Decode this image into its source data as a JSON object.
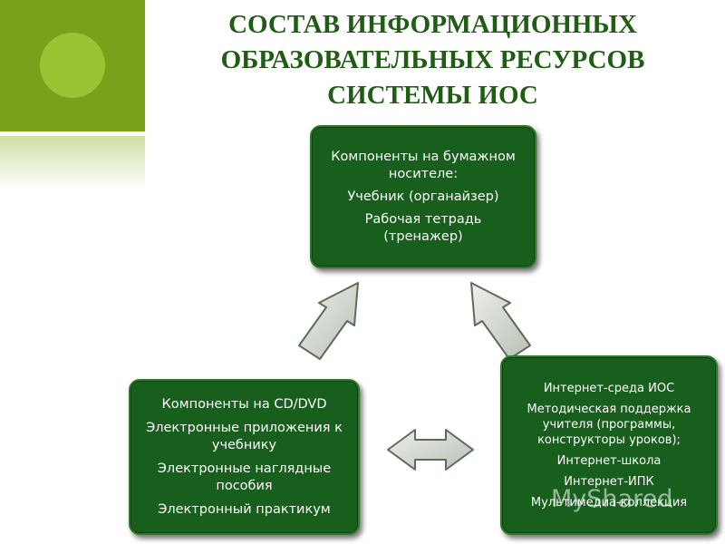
{
  "title": {
    "lines": [
      "СОСТАВ ИНФОРМАЦИОННЫХ",
      "ОБРАЗОВАТЕЛЬНЫХ РЕСУРСОВ",
      "СИСТЕМЫ ИОС"
    ]
  },
  "boxes": {
    "paper": {
      "lines": [
        "Компоненты на бумажном носителе:",
        "Учебник (органайзер)",
        "Рабочая тетрадь (тренажер)"
      ]
    },
    "cd": {
      "lines": [
        "Компоненты на CD/DVD",
        "Электронные приложения к учебнику",
        "Электронные наглядные пособия",
        "Электронный практикум"
      ]
    },
    "internet": {
      "lines": [
        "Интернет-среда ИОС",
        "Методическая поддержка учителя (программы, конструкторы уроков);",
        "Интернет-школа",
        "Интернет-ИПК",
        "Мультимедиа-коллекция"
      ]
    }
  },
  "watermark": {
    "text": "MyShared"
  },
  "colors": {
    "box": "#185e1c",
    "title": "#1f5c14",
    "accent": "#7aa21d",
    "arrow": "#d3d8d0"
  }
}
